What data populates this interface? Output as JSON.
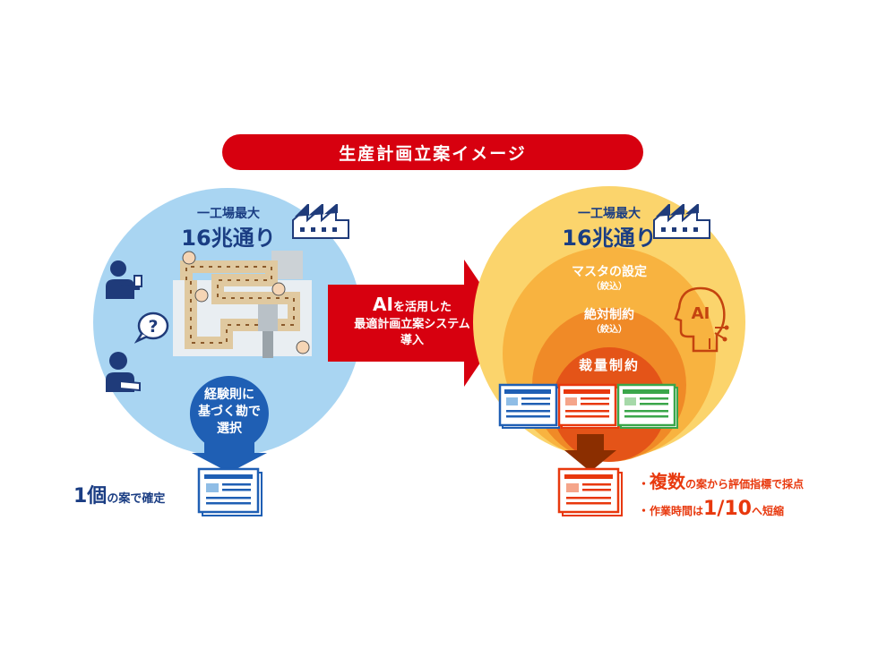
{
  "banner": {
    "title": "生産計画立案イメージ"
  },
  "left": {
    "heading_line1": "一工場最大",
    "heading_line2": "16兆通り",
    "badge_lines": [
      "経験則に",
      "基づく勘で",
      "選択"
    ],
    "result_big": "1個",
    "result_small": "の案で確定"
  },
  "middle": {
    "ai_big": "AI",
    "ai_rest": "を活用した",
    "line2": "最適計画立案システム",
    "line3": "導入"
  },
  "right": {
    "heading_line1": "一工場最大",
    "heading_line2": "16兆通り",
    "ring1_label": "マスタの設定",
    "ring1_sub": "（絞込）",
    "ring2_label": "絶対制約",
    "ring2_sub": "（絞込）",
    "ring3_label": "裁量制約",
    "ai_icon_text": "AI",
    "bullet1_big": "複数",
    "bullet1_rest": "の案から評価指標で採点",
    "bullet2_pre": "作業時間は",
    "bullet2_big": "1/10",
    "bullet2_post": "へ短縮"
  },
  "icons": [
    "factory-icon",
    "worker-icon",
    "question-bubble-icon",
    "document-icon",
    "ai-head-icon",
    "production-line-illustration"
  ],
  "colors": {
    "banner": "#d7000f",
    "left_circle": "#a9d5f2",
    "navy": "#1a3d83",
    "accent_blue": "#1f5fb4",
    "orange": "#e8380d"
  }
}
